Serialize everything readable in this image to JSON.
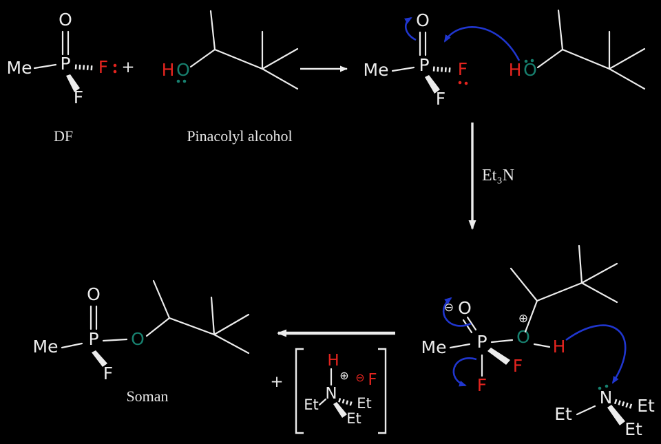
{
  "colors": {
    "background": "#000000",
    "bond": "#ececec",
    "fluorine_red": "#e3241f",
    "oxygen_teal": "#17806f",
    "mechanism_arrow_blue": "#2036cf"
  },
  "atoms": {
    "me": "Me",
    "p": "P",
    "o": "O",
    "f": "F",
    "h": "H",
    "n": "N",
    "et": "Et",
    "plus": "+",
    "oplus": "⊕",
    "ominus": "⊖"
  },
  "labels": {
    "df": "DF",
    "pinacolyl_alcohol": "Pinacolyl alcohol",
    "et3n": "Et₃N",
    "soman": "Soman"
  }
}
